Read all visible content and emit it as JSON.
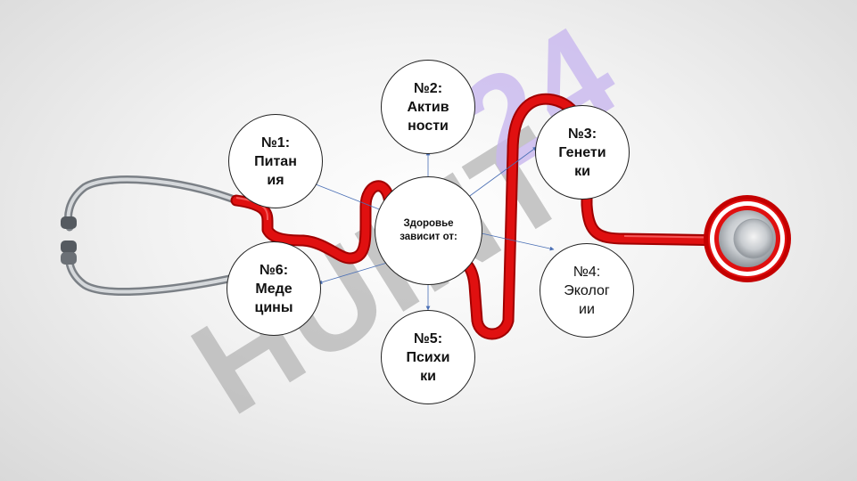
{
  "watermark": "HUINTE 24",
  "center": {
    "text": "Здоровье\nзависит от:"
  },
  "nodes": [
    {
      "id": "n1",
      "text": "№1:\nПитан\nия"
    },
    {
      "id": "n2",
      "text": "№2:\nАктив\nности"
    },
    {
      "id": "n3",
      "text": "№3:\nГенети\nки"
    },
    {
      "id": "n4",
      "text": "№4:\nЭколог\nии"
    },
    {
      "id": "n5",
      "text": "№5:\nПсихи\nки"
    },
    {
      "id": "n6",
      "text": "№6:\nМеде\nцины"
    }
  ],
  "colors": {
    "tube": "#e01010",
    "arrow": "#4a6fb5",
    "metal": "#a9adb3",
    "watermark_gray": "#b5b5b5",
    "watermark_purple": "#c9b8ef"
  }
}
